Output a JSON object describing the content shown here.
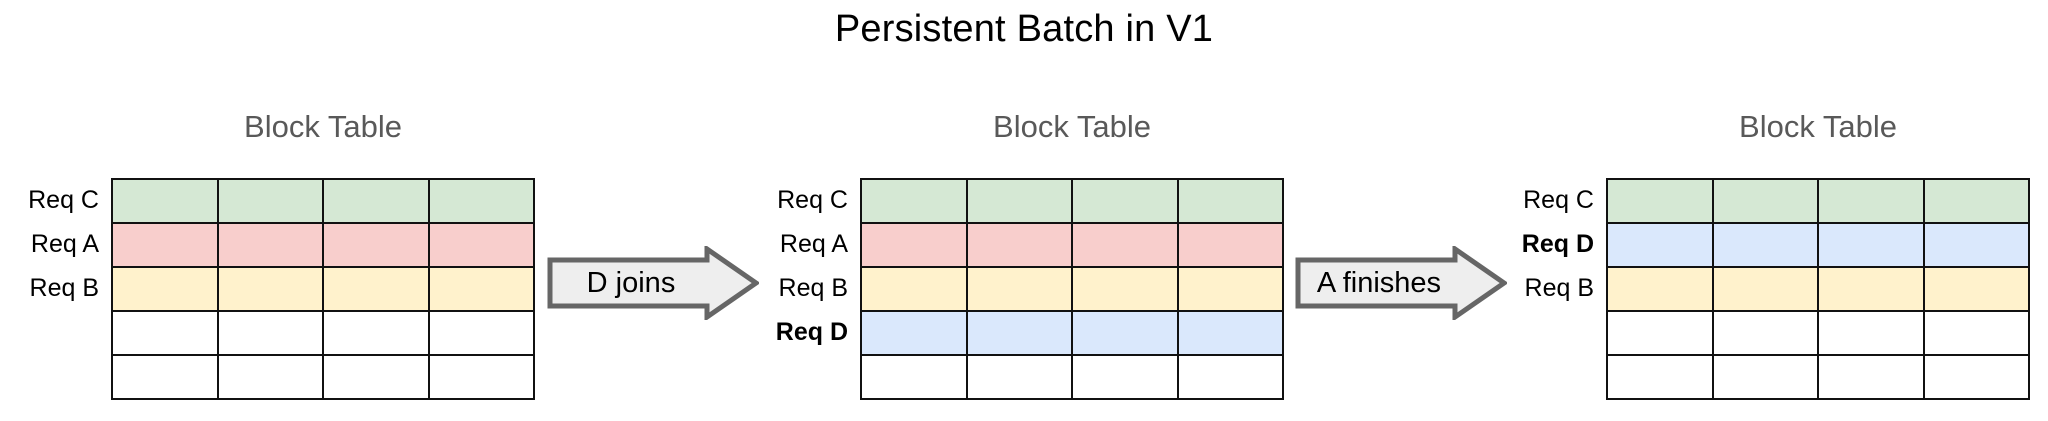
{
  "title": "Persistent Batch in V1",
  "colors": {
    "green": "#d5e8d4",
    "red": "#f8cecc",
    "yellow": "#fff2cc",
    "blue": "#dae8fc",
    "empty": "#ffffff",
    "grid_line": "#111111",
    "heading_text": "#595959",
    "arrow_fill": "#eeeeee",
    "arrow_stroke": "#666666",
    "title_text": "#000000"
  },
  "stages": [
    {
      "heading": "Block Table",
      "columns": 4,
      "rows": [
        {
          "label": "Req C",
          "fill": "green",
          "bold": false
        },
        {
          "label": "Req A",
          "fill": "red",
          "bold": false
        },
        {
          "label": "Req B",
          "fill": "yellow",
          "bold": false
        },
        {
          "label": "",
          "fill": "none",
          "bold": false
        },
        {
          "label": "",
          "fill": "none",
          "bold": false
        }
      ]
    },
    {
      "heading": "Block Table",
      "columns": 4,
      "rows": [
        {
          "label": "Req C",
          "fill": "green",
          "bold": false
        },
        {
          "label": "Req A",
          "fill": "red",
          "bold": false
        },
        {
          "label": "Req B",
          "fill": "yellow",
          "bold": false
        },
        {
          "label": "Req D",
          "fill": "blue",
          "bold": true
        },
        {
          "label": "",
          "fill": "none",
          "bold": false
        }
      ]
    },
    {
      "heading": "Block Table",
      "columns": 4,
      "rows": [
        {
          "label": "Req C",
          "fill": "green",
          "bold": false
        },
        {
          "label": "Req D",
          "fill": "blue",
          "bold": true
        },
        {
          "label": "Req B",
          "fill": "yellow",
          "bold": false
        },
        {
          "label": "",
          "fill": "none",
          "bold": false
        },
        {
          "label": "",
          "fill": "none",
          "bold": false
        }
      ]
    }
  ],
  "transitions": [
    {
      "label": "D joins"
    },
    {
      "label": "A finishes"
    }
  ]
}
